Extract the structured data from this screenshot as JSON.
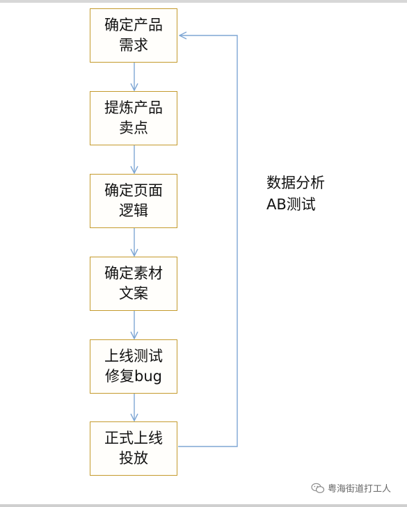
{
  "flowchart": {
    "steps": [
      {
        "id": "determine-product-requirements",
        "line1": "确定产品",
        "line2": "需求"
      },
      {
        "id": "refine-selling-points",
        "line1": "提炼产品",
        "line2": "卖点"
      },
      {
        "id": "determine-page-logic",
        "line1": "确定页面",
        "line2": "逻辑"
      },
      {
        "id": "determine-material-copy",
        "line1": "确定素材",
        "line2": "文案"
      },
      {
        "id": "launch-test-fix-bugs",
        "line1": "上线测试",
        "line2": "修复bug"
      },
      {
        "id": "official-launch",
        "line1": "正式上线",
        "line2": "投放"
      }
    ],
    "loop_label": {
      "line1": "数据分析",
      "line2": "AB测试"
    },
    "edge_color": "#7ea6d4",
    "box_border_color": "#c49a2c"
  },
  "watermark": {
    "text": "粤海街道打工人",
    "icon": "wechat-icon"
  }
}
